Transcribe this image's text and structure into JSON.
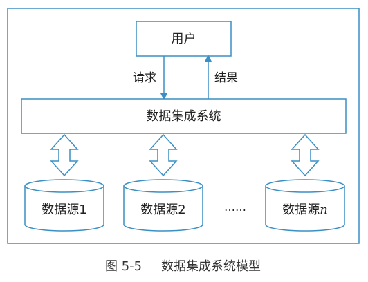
{
  "colors": {
    "line": "#3a8fc4",
    "fill": "#ffffff",
    "text": "#222222"
  },
  "user_box": {
    "label": "用户"
  },
  "request_arrow": {
    "label": "请求"
  },
  "result_arrow": {
    "label": "结果"
  },
  "integration_system": {
    "label": "数据集成系统"
  },
  "sources": [
    {
      "label": "数据源1"
    },
    {
      "label": "数据源2"
    },
    {
      "label": "数据源",
      "suffix": "n"
    }
  ],
  "ellipsis": "……",
  "caption": {
    "number": "图 5-5",
    "title": "数据集成系统模型"
  }
}
